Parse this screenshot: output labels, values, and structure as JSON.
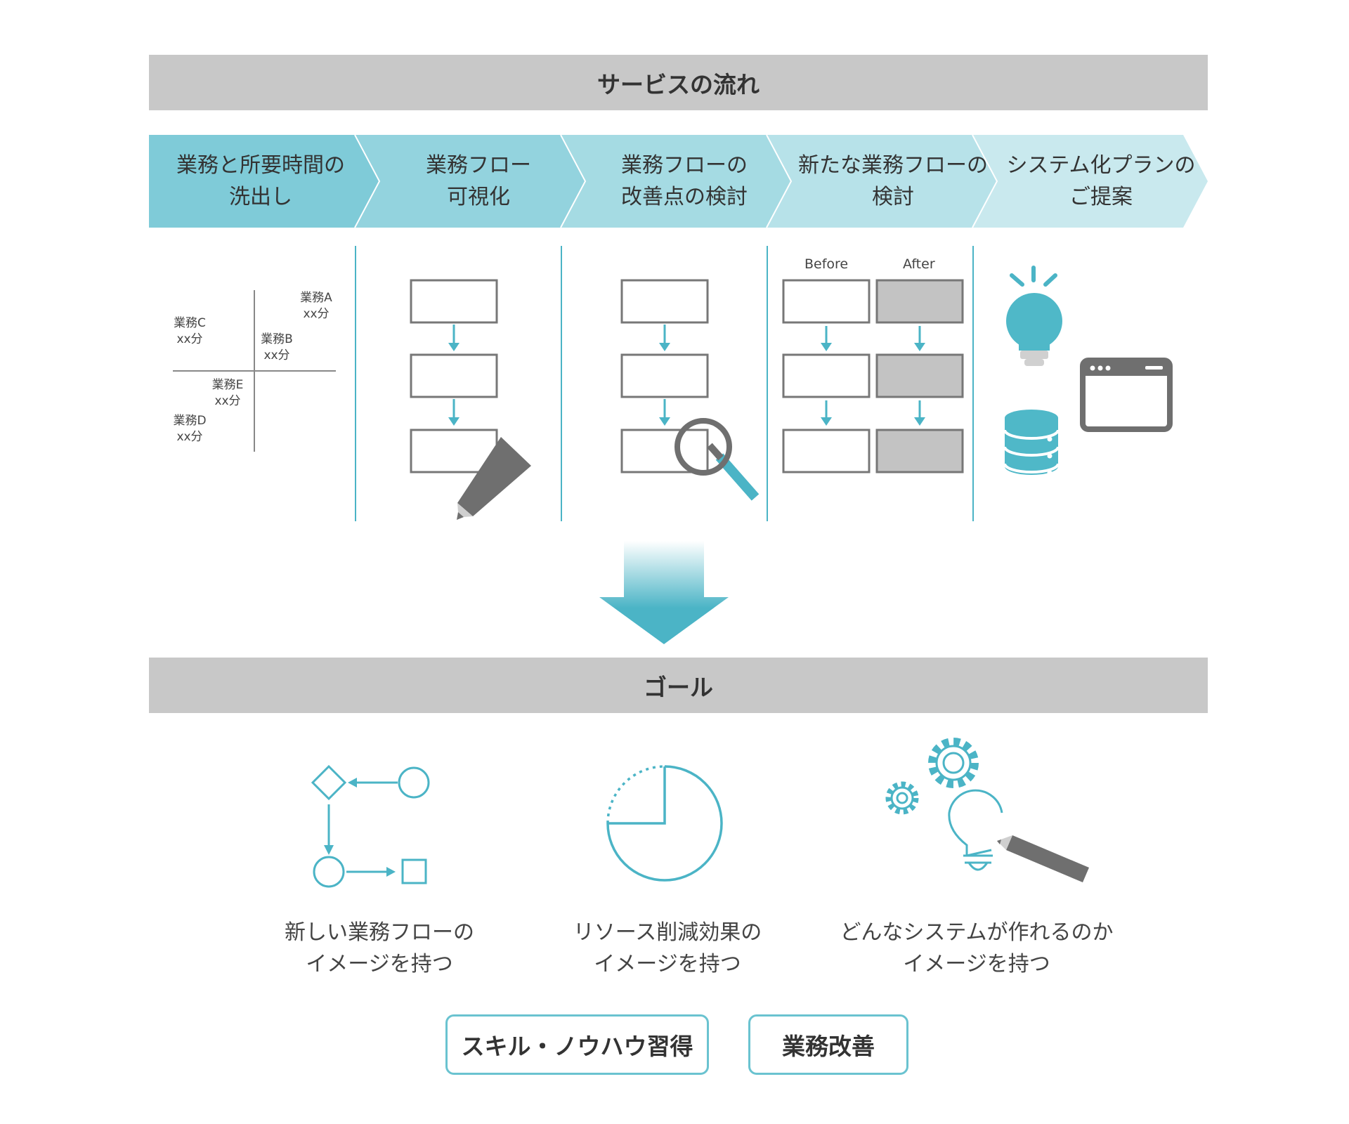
{
  "header": {
    "title": "サービスの流れ"
  },
  "steps": [
    {
      "line1": "業務と所要時間の",
      "line2": "洗出し",
      "color": "#7fcbd8"
    },
    {
      "line1": "業務フロー",
      "line2": "可視化",
      "color": "#93d3de"
    },
    {
      "line1": "業務フローの",
      "line2": "改善点の検討",
      "color": "#a5dbe3"
    },
    {
      "line1": "新たな業務フローの",
      "line2": "検討",
      "color": "#b7e2e9"
    },
    {
      "line1": "システム化プランの",
      "line2": "ご提案",
      "color": "#c9e9ee"
    }
  ],
  "matrix": {
    "a": {
      "name": "業務A",
      "time": "xx分"
    },
    "b": {
      "name": "業務B",
      "time": "xx分"
    },
    "c": {
      "name": "業務C",
      "time": "xx分"
    },
    "d": {
      "name": "業務D",
      "time": "xx分"
    },
    "e": {
      "name": "業務E",
      "time": "xx分"
    }
  },
  "compare": {
    "before": "Before",
    "after": "After"
  },
  "goal": {
    "title": "ゴール",
    "items": [
      {
        "line1": "新しい業務フローの",
        "line2": "イメージを持つ",
        "icon": "flow-shapes-icon"
      },
      {
        "line1": "リソース削減効果の",
        "line2": "イメージを持つ",
        "icon": "pie-chart-icon"
      },
      {
        "line1": "どんなシステムが作れるのか",
        "line2": "イメージを持つ",
        "icon": "idea-gears-icon"
      }
    ],
    "badges": [
      "スキル・ノウハウ習得",
      "業務改善"
    ]
  },
  "colors": {
    "accent": "#4bb4c6",
    "gray_bar": "#c8c8c8",
    "dark_gray": "#6f6f6f",
    "box_gray": "#c3c3c3"
  }
}
